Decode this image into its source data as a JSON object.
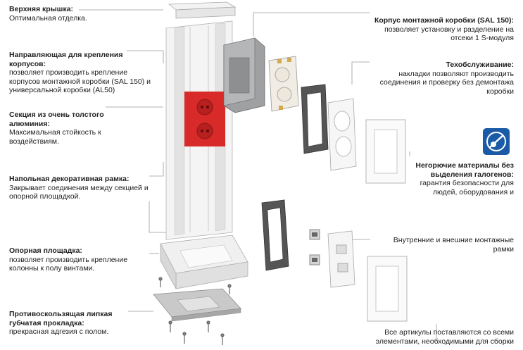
{
  "callouts": {
    "top_cover": {
      "title": "Верхняя крышка:",
      "desc": "Оптимальная отделка."
    },
    "guide_rail": {
      "title": "Направляющая для крепления корпусов:",
      "desc": "позволяет производить крепление корпусов монтажной коробки (SAL 150) и универсальной коробки (AL50)"
    },
    "alu_section": {
      "title": "Секция из очень толстого алюминия:",
      "desc": "Максимальная стойкость к воздействиям."
    },
    "floor_frame": {
      "title": "Напольная декоративная рамка:",
      "desc": "Закрывает соединения между секцией и опорной площадкой."
    },
    "base_plate": {
      "title": "Опорная площадка:",
      "desc": "позволяет производить крепление колонны к полу винтами."
    },
    "anti_slip_pad": {
      "title": "Противоскользящая липкая губчатая прокладка:",
      "desc": "прекрасная адгезия с полом."
    },
    "box_housing": {
      "title": "Корпус монтажной коробки (SAL 150):",
      "desc": "позволяет установку и разделение на отсеки 1 S-модуля"
    },
    "maintenance": {
      "title": "Техобслуживание:",
      "desc": "накладки позволяют производить соединения и проверку без демонтажа коробки"
    },
    "halogen_free": {
      "title": "Негорючие материалы без выделения галогенов:",
      "desc": "гарантия безопасности для людей, оборудования и"
    },
    "frames": {
      "title": "",
      "desc": "Внутренние и внешние монтажные рамки"
    },
    "supplied": {
      "title": "",
      "desc": "Все артикулы поставляются со всеми элементами, необходимыми для сборки"
    }
  },
  "colors": {
    "accent_red": "#d92a2a",
    "frame_dark": "#444444",
    "badge_blue": "#1a5aa6"
  },
  "icons": [
    "halogen-free-icon"
  ]
}
